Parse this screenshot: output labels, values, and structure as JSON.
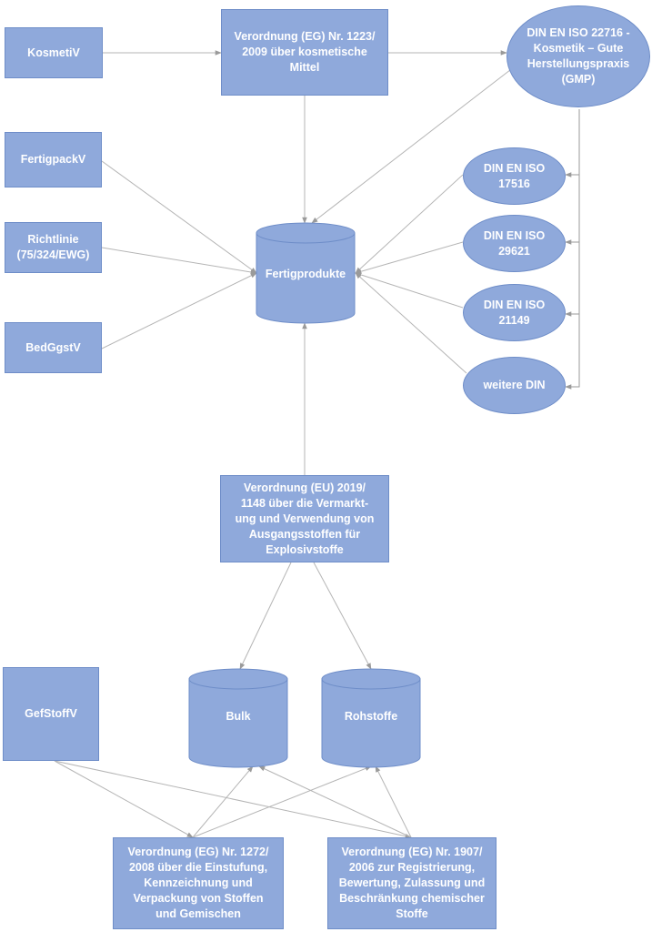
{
  "nodes": {
    "kosmetiv": "KosmetiV",
    "vo_1223": "Verordnung (EG) Nr. 1223/\n2009 über kosmetische\nMittel",
    "din_22716": "DIN EN ISO 22716 -\nKosmetik – Gute\nHerstellungspraxis\n(GMP)",
    "fertigpackv": "FertigpackV",
    "richtlinie": "Richtlinie\n(75/324/EWG)",
    "bedggstv": "BedGgstV",
    "fertigprodukte": "Fertigprodukte",
    "din_17516": "DIN EN ISO\n17516",
    "din_29621": "DIN EN ISO\n29621",
    "din_21149": "DIN EN ISO\n21149",
    "weitere_din": "weitere DIN",
    "vo_2019_1148": "Verordnung (EU) 2019/\n1148 über die Vermarkt-\nung und Verwendung von\nAusgangsstoffen für\nExplosivstoffe",
    "gefstoffv": "GefStoffV",
    "bulk": "Bulk",
    "rohstoffe": "Rohstoffe",
    "vo_1272": "Verordnung (EG) Nr. 1272/\n2008 über die Einstufung,\nKennzeichnung und\nVerpackung von Stoffen\nund Gemischen",
    "vo_1907": "Verordnung (EG) Nr. 1907/\n2006 zur Registrierung,\nBewertung, Zulassung und\nBeschränkung chemischer\nStoffe"
  },
  "colors": {
    "fill": "#8fa9db",
    "border": "#6e8dc8",
    "text": "#ffffff",
    "connector": "#b5b5b5"
  }
}
